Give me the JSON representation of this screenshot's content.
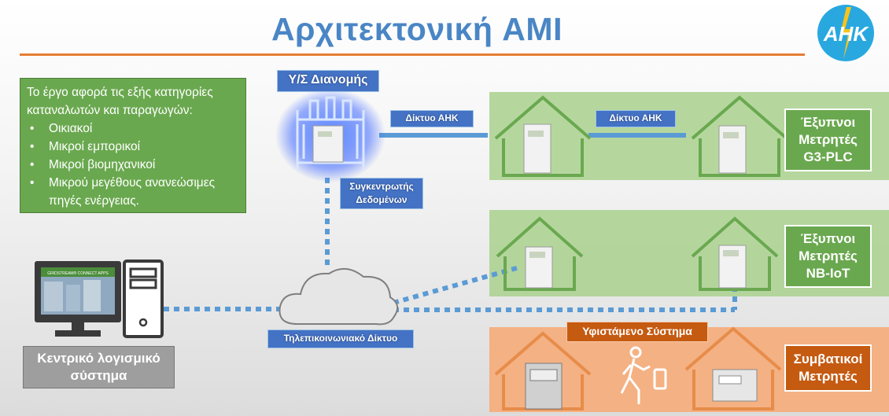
{
  "title": "Αρχιτεκτονική AMI",
  "logo": {
    "letters": "ΑΗΚ",
    "icon": "ahk-logo-icon"
  },
  "info_box": {
    "intro": "Το έργο αφορά τις εξής κατηγορίες καταναλωτών και παραγωγών:",
    "items": [
      "Οικιακοί",
      "Μικροί εμπορικοί",
      "Μικροί βιομηχανικοί",
      "Μικρού μεγέθους ανανεώσιμες πηγές ενέργειας."
    ]
  },
  "substation": {
    "label": "Υ/Σ Διανομής",
    "icon": "transformer-icon"
  },
  "concentrator": {
    "line1": "Συγκεντρωτής",
    "line2": "Δεδομένων"
  },
  "network_labels": {
    "ahk_1": "Δίκτυο ΑΗΚ",
    "ahk_2": "Δίκτυο ΑΗΚ",
    "telecom": "Τηλεπικοινωνιακό Δίκτυο"
  },
  "central": {
    "line1": "Κεντρικό λογισμικό",
    "line2": "σύστημα",
    "screen_text": "GRIDSTREAM® CONNECT APPS",
    "icon": "computer-icon"
  },
  "types": {
    "g3": {
      "line1": "Έξυπνοι",
      "line2": "Μετρητές",
      "line3": "G3-PLC"
    },
    "nbiot": {
      "line1": "Έξυπνοι",
      "line2": "Μετρητές",
      "line3": "NB-IoT"
    },
    "legacy": {
      "line1": "Συμβατικοί",
      "line2": "Μετρητές"
    }
  },
  "existing_system": "Υφιστάμενο Σύστημα",
  "colors": {
    "accent_blue": "#4472c4",
    "title_blue": "#4a86c5",
    "green": "#6aa84f",
    "green_band": "#a9d18e",
    "orange": "#c55a11",
    "orange_band": "#f4b183",
    "rule": "#e67e33"
  },
  "icons": [
    "house-icon",
    "smart-meter-icon",
    "cloud-icon",
    "meter-reader-icon",
    "analog-meter-icon"
  ]
}
